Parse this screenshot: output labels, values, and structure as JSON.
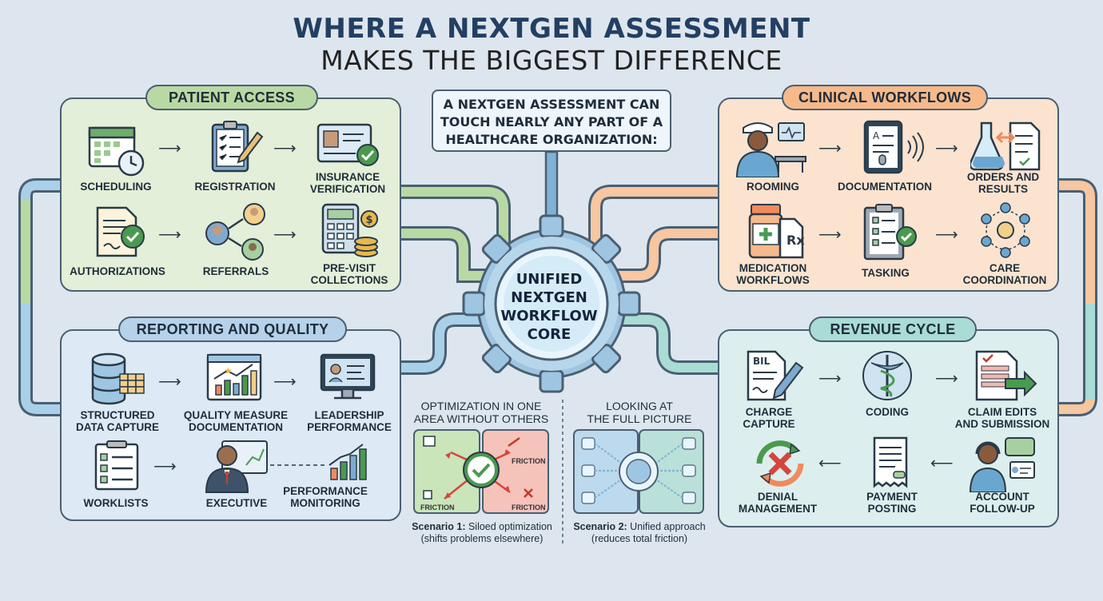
{
  "title": {
    "line1": "WHERE A NEXTGEN ASSESSMENT",
    "line2": "MAKES THE BIGGEST DIFFERENCE"
  },
  "callout": "A NEXTGEN ASSESSMENT CAN\nTOUCH NEARLY ANY PART OF A\nHEALTHCARE ORGANIZATION:",
  "core": "UNIFIED\nNEXTGEN\nWORKFLOW\nCORE",
  "colors": {
    "background": "#dde6ee",
    "patient_access": "#e3efd8",
    "reporting": "#dde9f4",
    "clinical": "#fbe3cf",
    "revenue": "#dcefee",
    "title": "#233f63"
  },
  "patient_access": {
    "title": "PATIENT ACCESS",
    "items": [
      {
        "label": "SCHEDULING",
        "icon": "calendar-clock-icon"
      },
      {
        "label": "REGISTRATION",
        "icon": "clipboard-pen-icon"
      },
      {
        "label": "INSURANCE\nVERIFICATION",
        "icon": "id-card-check-icon"
      },
      {
        "label": "AUTHORIZATIONS",
        "icon": "document-check-icon"
      },
      {
        "label": "REFERRALS",
        "icon": "referral-people-icon"
      },
      {
        "label": "PRE-VISIT\nCOLLECTIONS",
        "icon": "calculator-coins-icon"
      }
    ]
  },
  "clinical_workflows": {
    "title": "CLINICAL WORKFLOWS",
    "items": [
      {
        "label": "ROOMING",
        "icon": "nurse-exam-bed-icon"
      },
      {
        "label": "DOCUMENTATION",
        "icon": "tablet-voice-icon"
      },
      {
        "label": "ORDERS AND\nRESULTS",
        "icon": "flask-document-icon"
      },
      {
        "label": "MEDICATION\nWORKFLOWS",
        "icon": "pill-bottle-rx-icon"
      },
      {
        "label": "TASKING",
        "icon": "clipboard-checklist-icon"
      },
      {
        "label": "CARE\nCOORDINATION",
        "icon": "care-network-icon"
      }
    ]
  },
  "reporting_quality": {
    "title": "REPORTING AND QUALITY",
    "items": [
      {
        "label": "STRUCTURED\nDATA CAPTURE",
        "icon": "database-grid-icon"
      },
      {
        "label": "QUALITY MEASURE\nDOCUMENTATION",
        "icon": "chart-board-icon"
      },
      {
        "label": "LEADERSHIP\nPERFORMANCE",
        "icon": "monitor-dashboard-icon"
      },
      {
        "label": "WORKLISTS",
        "icon": "checklist-icon"
      },
      {
        "label": "EXECUTIVE",
        "icon": "executive-person-icon"
      },
      {
        "label": "PERFORMANCE\nMONITORING",
        "icon": "growth-chart-icon"
      }
    ]
  },
  "revenue_cycle": {
    "title": "REVENUE CYCLE",
    "items": [
      {
        "label": "CHARGE\nCAPTURE",
        "icon": "bill-pen-icon"
      },
      {
        "label": "CODING",
        "icon": "caduceus-icon"
      },
      {
        "label": "CLAIM EDITS\nAND SUBMISSION",
        "icon": "claim-form-arrow-icon"
      },
      {
        "label": "DENIAL\nMANAGEMENT",
        "icon": "denial-cycle-icon"
      },
      {
        "label": "PAYMENT\nPOSTING",
        "icon": "receipt-icon"
      },
      {
        "label": "ACCOUNT\nFOLLOW-UP",
        "icon": "headset-agent-icon"
      }
    ]
  },
  "scenario1": {
    "heading": "OPTIMIZATION IN ONE\nAREA WITHOUT OTHERS",
    "caption_bold": "Scenario 1:",
    "caption_rest": " Siloed optimization",
    "caption_line2": "(shifts problems elsewhere)",
    "friction_labels": [
      "FRICTION",
      "FRICTION",
      "FRICTION"
    ]
  },
  "scenario2": {
    "heading": "LOOKING AT\nTHE FULL PICTURE",
    "caption_bold": "Scenario 2:",
    "caption_rest": " Unified approach",
    "caption_line2": "(reduces total friction)"
  }
}
